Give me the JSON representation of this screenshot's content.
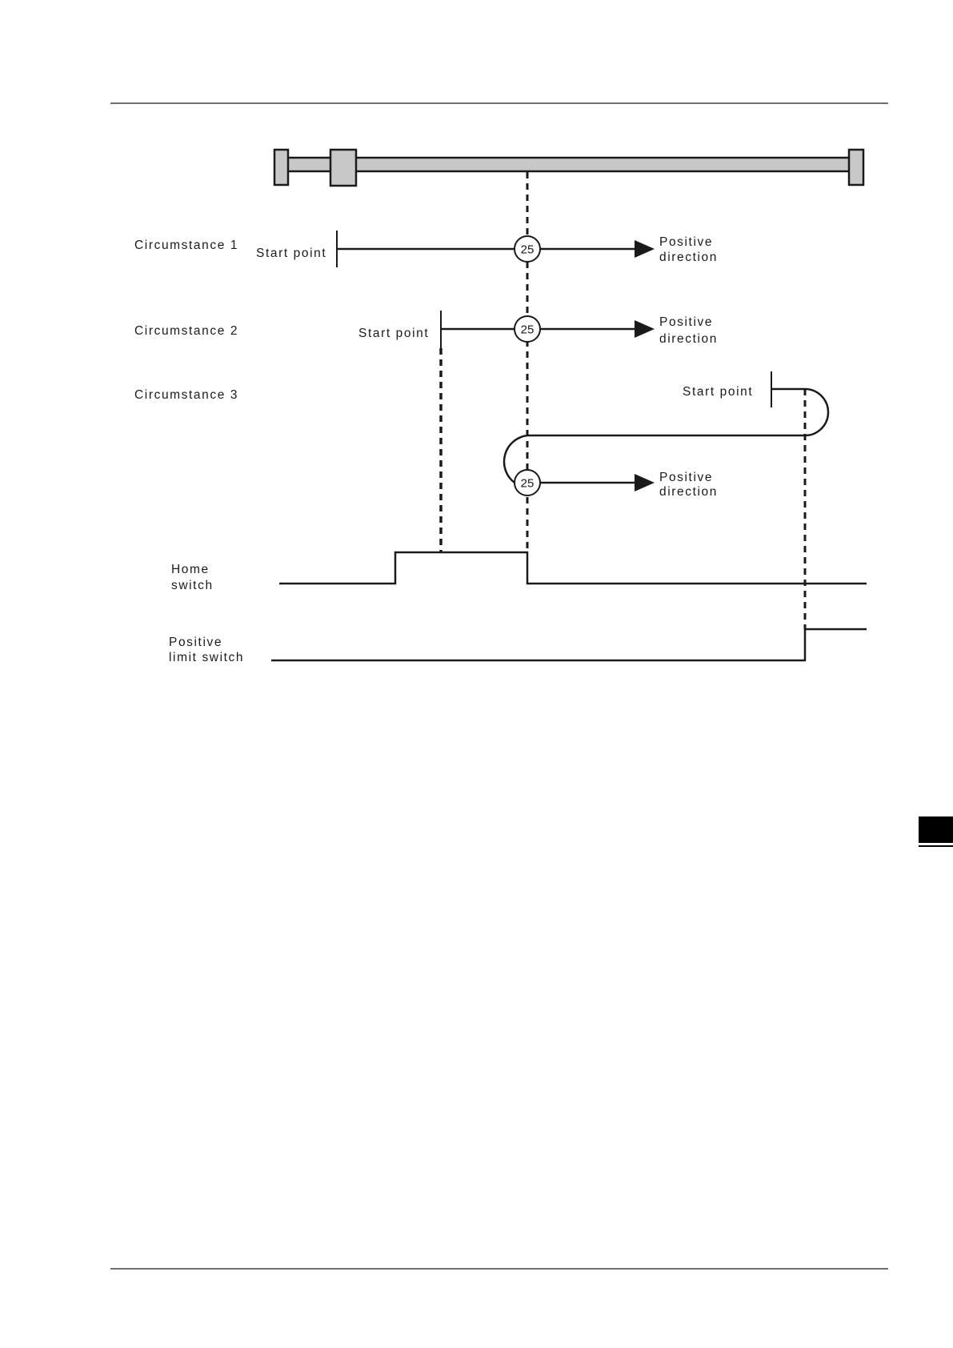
{
  "rows": {
    "c1": "Circumstance 1",
    "c2": "Circumstance 2",
    "c3": "Circumstance 3"
  },
  "start_labels": {
    "c1": "Start point",
    "c2": "Start point",
    "c3": "Start point"
  },
  "direction_labels": {
    "c1": [
      "Positive",
      "direction"
    ],
    "c2": [
      "Positive",
      "direction"
    ],
    "c3": [
      "Positive",
      "direction"
    ]
  },
  "markers": [
    "25",
    "25",
    "25"
  ],
  "signals": {
    "home": [
      "Home",
      "switch"
    ],
    "limit": [
      "Positive",
      "limit switch"
    ]
  },
  "colors": {
    "line": "#1a1a1a",
    "rail_fill": "#c8c8c8"
  }
}
